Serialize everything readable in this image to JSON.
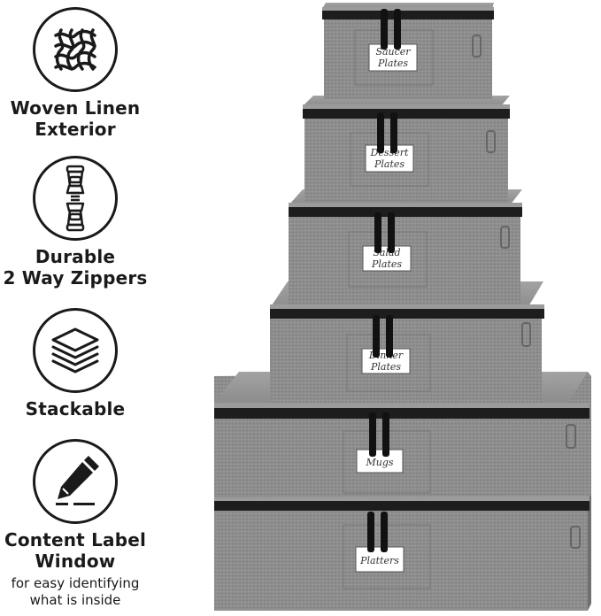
{
  "features": [
    {
      "icon": "woven-fabric-icon",
      "lines": [
        "Woven Linen",
        "Exterior"
      ],
      "sub": []
    },
    {
      "icon": "zipper-icon",
      "lines": [
        "Durable",
        "2 Way Zippers"
      ],
      "sub": []
    },
    {
      "icon": "stack-layers-icon",
      "lines": [
        "Stackable"
      ],
      "sub": []
    },
    {
      "icon": "pencil-icon",
      "lines": [
        "Content Label",
        "Window"
      ],
      "sub": [
        "for easy identifying",
        "what is inside"
      ]
    }
  ],
  "boxes": [
    {
      "label_lines": [
        "Saucer",
        "Plates"
      ]
    },
    {
      "label_lines": [
        "Dessert",
        "Plates"
      ]
    },
    {
      "label_lines": [
        "Salad",
        "Plates"
      ]
    },
    {
      "label_lines": [
        "Dinner",
        "Plates"
      ]
    },
    {
      "label_lines": [
        "Mugs"
      ]
    },
    {
      "label_lines": [
        "Platters"
      ]
    }
  ],
  "colors": {
    "fabric": "#8f8f8f",
    "fabric_dark": "#7a7a7a",
    "zipper": "#1c1c1c",
    "label_card": "#ffffff"
  }
}
